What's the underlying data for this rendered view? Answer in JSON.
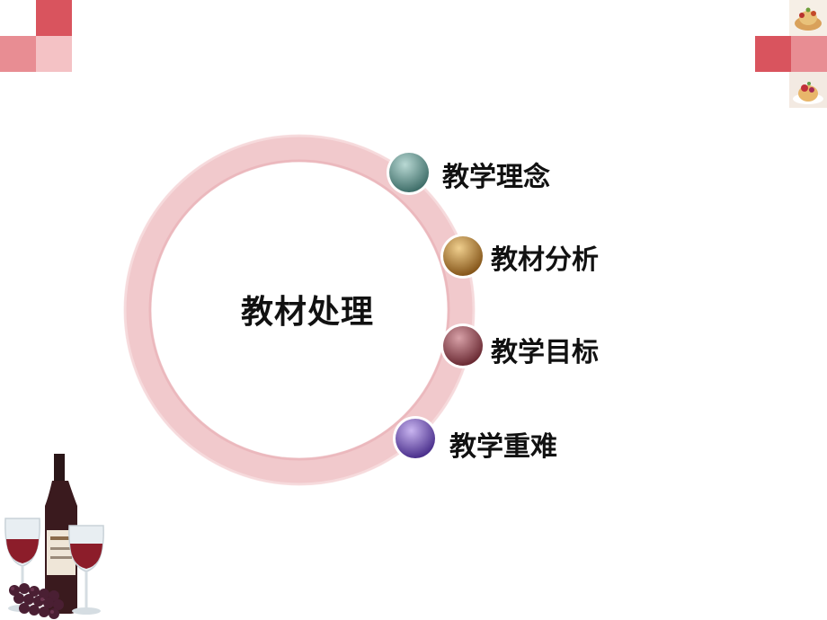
{
  "center": {
    "label": "教材处理"
  },
  "items": [
    {
      "label": "教学理念",
      "color": "#5f8f8a"
    },
    {
      "label": "教材分析",
      "color": "#a8762e"
    },
    {
      "label": "教学目标",
      "color": "#8a3f48"
    },
    {
      "label": "教学重难",
      "color": "#6a4fa8"
    }
  ],
  "decorations": {
    "corner_squares_color": "#d9545e",
    "ring_color": "#eec0c3",
    "top_right_image": "dessert-photo",
    "bottom_left_image": "wine-bottle-glasses-grapes"
  }
}
